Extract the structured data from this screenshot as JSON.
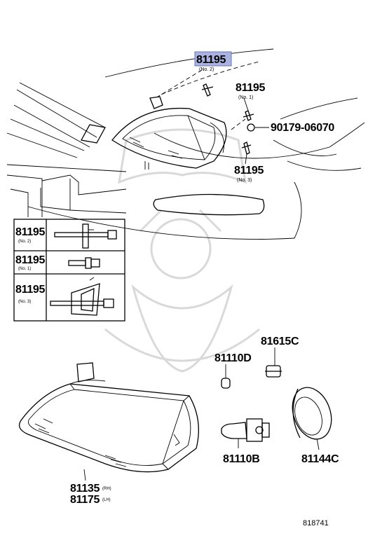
{
  "callouts": {
    "top_no2": {
      "number": "81195",
      "note": "(No. 2)",
      "highlight": "#aab2e0"
    },
    "right_no1": {
      "number": "81195",
      "note": "(No. 1)"
    },
    "nut": {
      "number": "90179-06070"
    },
    "right_no3": {
      "number": "81195",
      "note": "(No. 3)"
    },
    "bulb_small": {
      "number": "81110D"
    },
    "socket": {
      "number": "81615C"
    },
    "bulb_main": {
      "number": "81110B"
    },
    "cap": {
      "number": "81144C"
    },
    "unit_rh": {
      "number": "81135",
      "side": "(RH)"
    },
    "unit_lh": {
      "number": "81175",
      "side": "(LH)"
    }
  },
  "inset_table": {
    "rows": [
      {
        "number": "81195",
        "note": "(No. 2)"
      },
      {
        "number": "81195",
        "note": "(No. 1)"
      },
      {
        "number": "81195",
        "note": "(No. 3)"
      }
    ]
  },
  "figure_id": "818741"
}
